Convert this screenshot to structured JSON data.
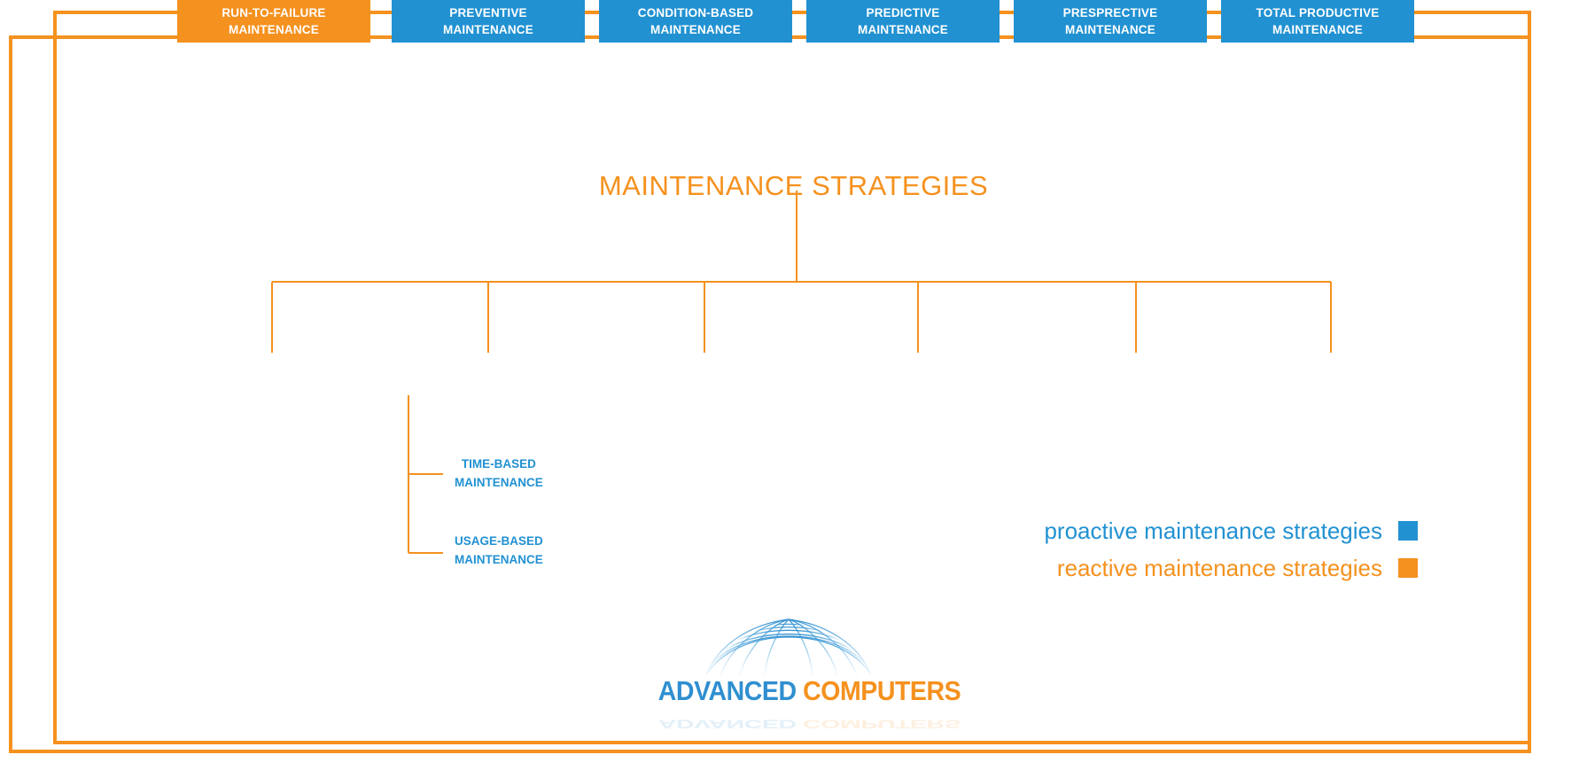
{
  "diagram": {
    "title": "MAINTENANCE STRATEGIES",
    "colors": {
      "proactive": "#2191d2",
      "reactive": "#f5911e",
      "frame": "#f5911e",
      "background": "#ffffff"
    },
    "nodes": [
      {
        "id": "run-to-failure",
        "line1": "RUN-TO-FAILURE",
        "line2": "MAINTENANCE",
        "category": "reactive"
      },
      {
        "id": "preventive",
        "line1": "PREVENTIVE",
        "line2": "MAINTENANCE",
        "category": "proactive"
      },
      {
        "id": "condition-based",
        "line1": "CONDITION-BASED",
        "line2": "MAINTENANCE",
        "category": "proactive"
      },
      {
        "id": "predictive",
        "line1": "PREDICTIVE",
        "line2": "MAINTENANCE",
        "category": "proactive"
      },
      {
        "id": "presprective",
        "line1": "PRESPRECTIVE",
        "line2": "MAINTENANCE",
        "category": "proactive"
      },
      {
        "id": "total-productive",
        "line1": "TOTAL PRODUCTIVE",
        "line2": "MAINTENANCE",
        "category": "proactive"
      }
    ],
    "sub_nodes": [
      {
        "id": "time-based",
        "line1": "TIME-BASED",
        "line2": "MAINTENANCE",
        "parent": "preventive"
      },
      {
        "id": "usage-based",
        "line1": "USAGE-BASED",
        "line2": "MAINTENANCE",
        "parent": "preventive"
      }
    ]
  },
  "legend": {
    "items": [
      {
        "label": "proactive maintenance strategies",
        "color": "#2191d2"
      },
      {
        "label": "reactive maintenance strategies",
        "color": "#f5911e"
      }
    ]
  },
  "logo": {
    "word1": "ADVANCED",
    "word2": "COMPUTERS",
    "icon": "wireframe-dome"
  }
}
